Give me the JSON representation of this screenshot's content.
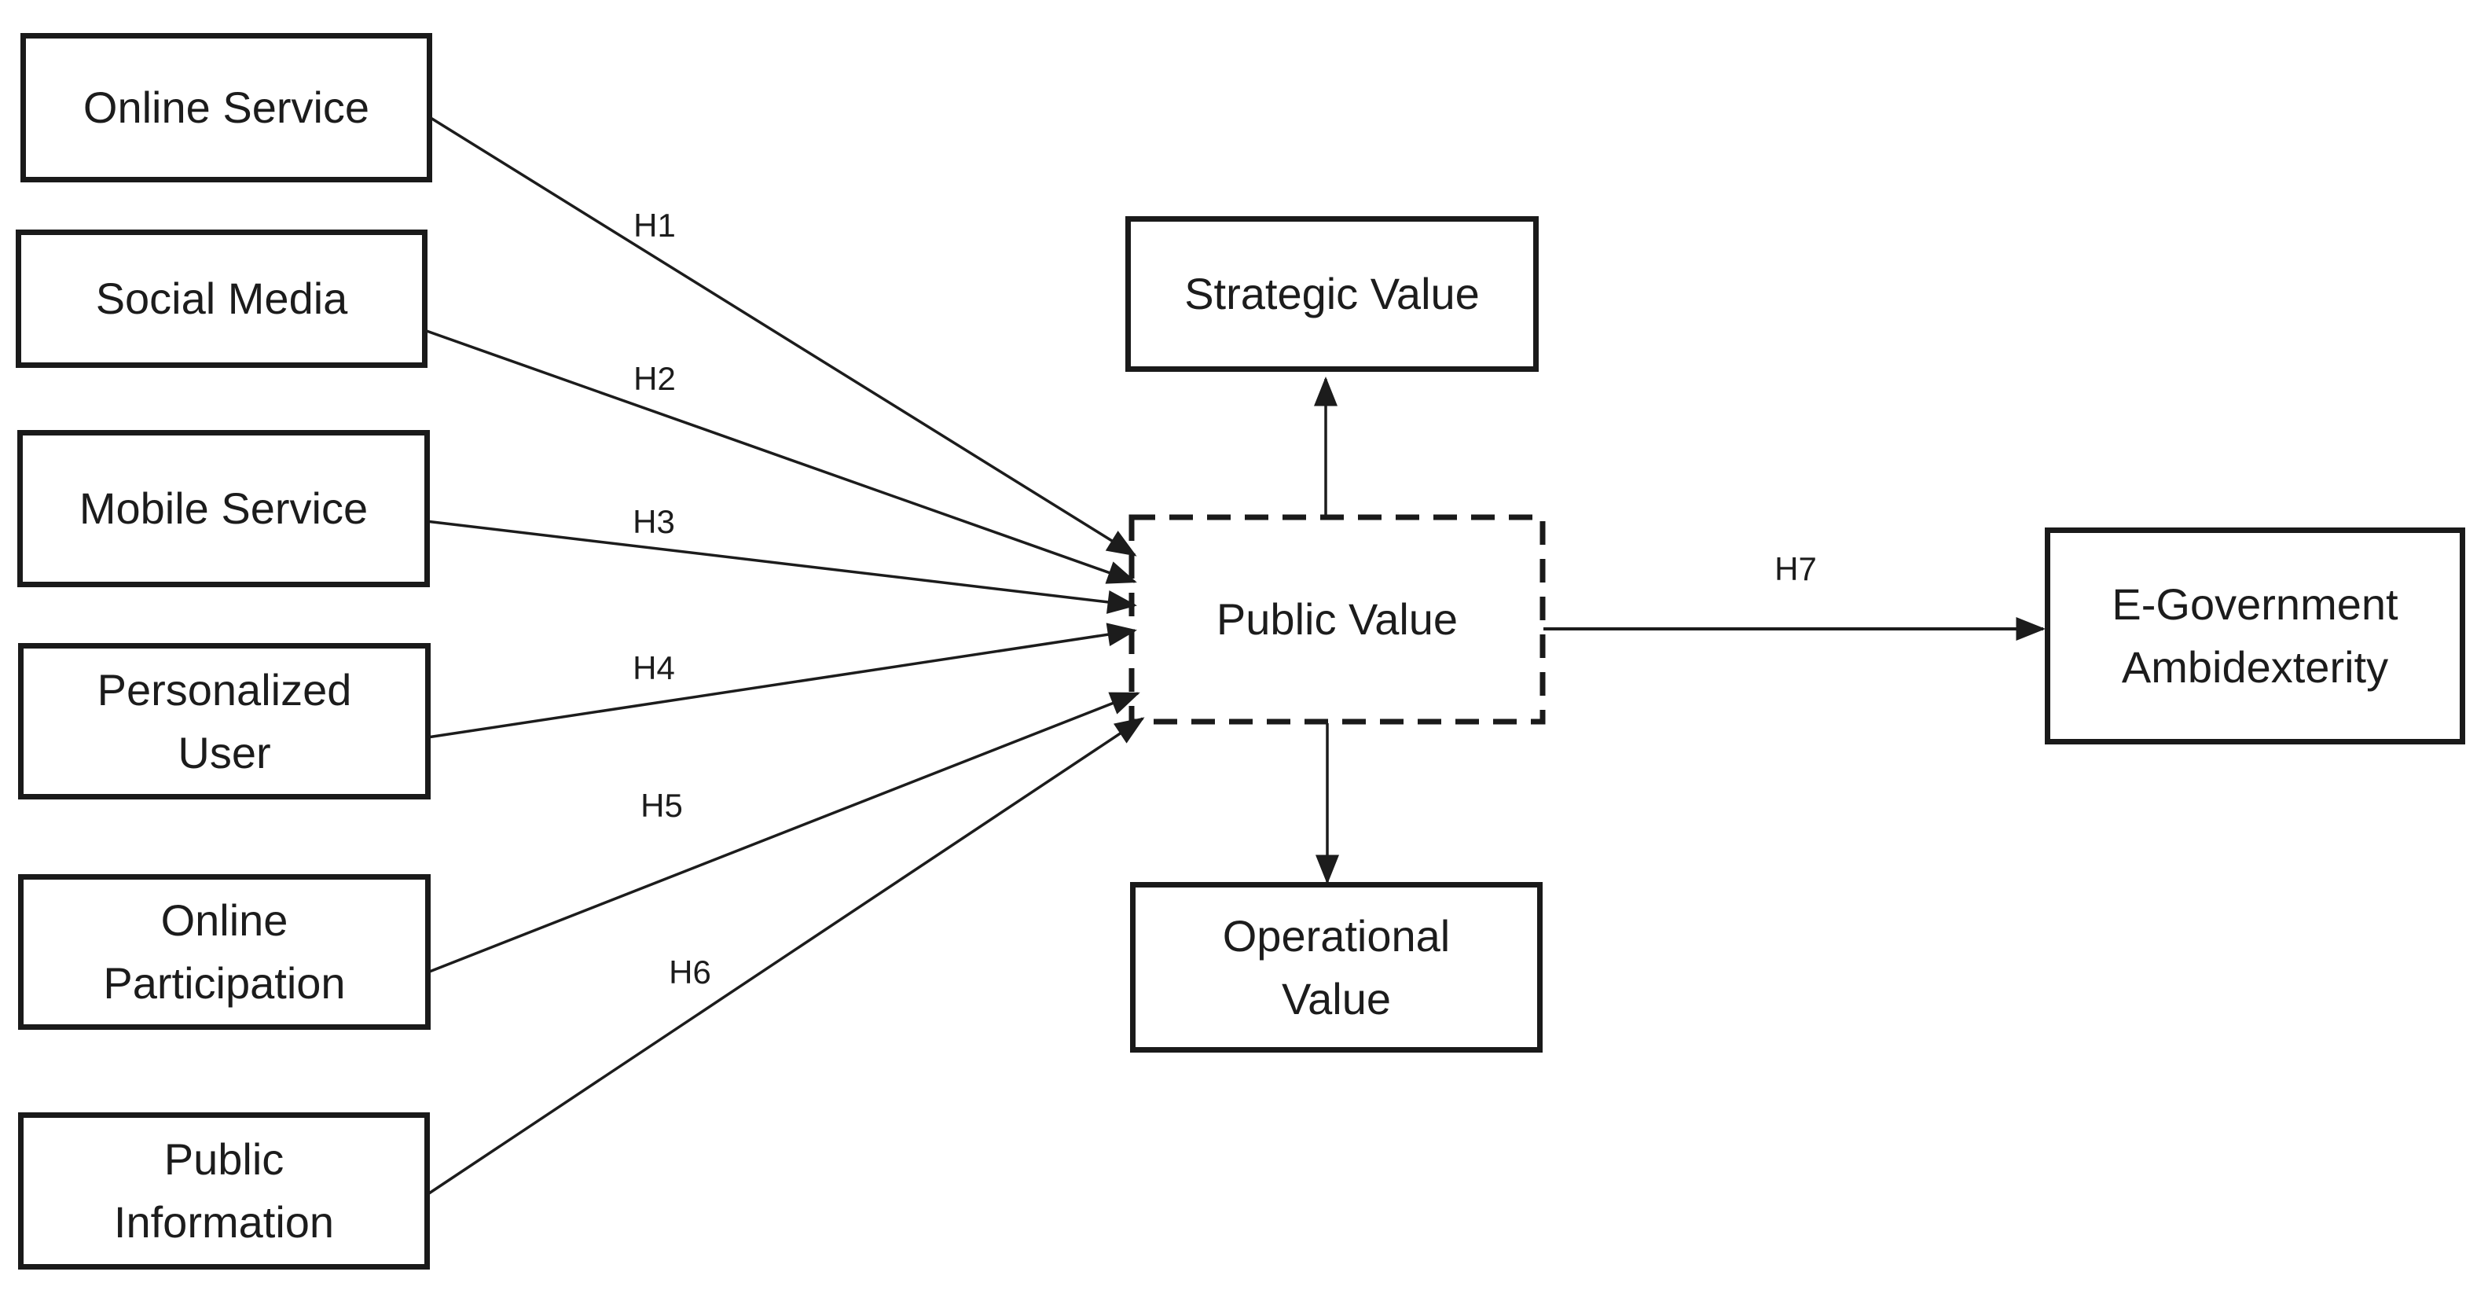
{
  "diagram": {
    "boxes": {
      "online_service": {
        "label": "Online Service"
      },
      "social_media": {
        "label": "Social Media"
      },
      "mobile_service": {
        "label": "Mobile Service"
      },
      "personalized_user": {
        "line1": "Personalized",
        "line2": "User"
      },
      "online_participation": {
        "line1": "Online",
        "line2": "Participation"
      },
      "public_information": {
        "line1": "Public",
        "line2": "Information"
      },
      "strategic_value": {
        "label": "Strategic Value"
      },
      "public_value": {
        "label": "Public Value"
      },
      "operational_value": {
        "line1": "Operational",
        "line2": "Value"
      },
      "egov_ambidexterity": {
        "line1": "E-Government",
        "line2": "Ambidexterity"
      }
    },
    "hypothesis_labels": {
      "h1": "H1",
      "h2": "H2",
      "h3": "H3",
      "h4": "H4",
      "h5": "H5",
      "h6": "H6",
      "h7": "H7"
    },
    "colors": {
      "background": "#ffffff",
      "line": "#1c1c1c",
      "box_border": "#1a1a1a",
      "text": "#1c1c1c"
    }
  }
}
